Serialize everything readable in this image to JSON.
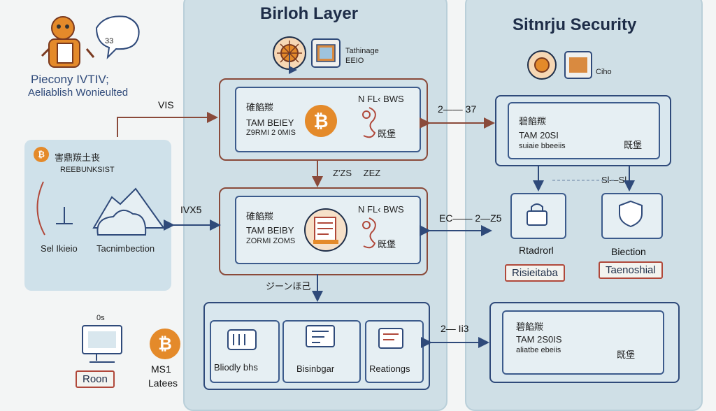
{
  "header": {
    "left_title_line1": "Piecony IVTIV;",
    "left_title_line2": "Aeliablish Wonieulted",
    "left_badge": "33"
  },
  "panels": {
    "middle_title": "Birloh Layer",
    "right_title": "Sitnrju Security"
  },
  "middle": {
    "top_note_line1": "Tathinage",
    "top_note_line2": "EEIO",
    "card1": {
      "cjk": "碓餡羰",
      "line1": "TAM BEIEY",
      "line2": "Z9RMI 2 0MIS",
      "right_label": "N FL‹ BWS",
      "stamp": "既堡"
    },
    "mid_arrow_label": "Z'ZS 　ZEZ",
    "card2": {
      "cjk": "碓餡羰",
      "line1": "TAM BEIBY",
      "line2": "ZORMI ZOMS",
      "right_label": "N FL‹ BWS",
      "stamp": "既堡"
    },
    "bottom_arrow_label": "ジーンほ己",
    "bottom_items": [
      "Bliodly bhs",
      "Bisinbgar",
      "Reationgs"
    ]
  },
  "right": {
    "top_note": "Ciho",
    "card1": {
      "cjk": "碧餡羰",
      "line1": "TAM 20SI",
      "line2": "suiaie bbeeiis",
      "stamp": "既堡"
    },
    "arrow_label": "Sl—Sl",
    "item1": {
      "name": "Rtadrorl",
      "tag": "Risieitaba"
    },
    "item2": {
      "name": "Biection",
      "tag": "Taenoshial"
    },
    "card2": {
      "cjk": "碧餡羰",
      "line1": "TAM 2S0IS",
      "line2": "aliatbe ebeiis",
      "stamp": "既堡"
    }
  },
  "connectors": {
    "vis": "VIS",
    "ivx5": "IVX5",
    "top_right": "2—— 37",
    "mid_right": "EC—— 2—Z5",
    "bottom_right": "2— Ii3"
  },
  "left_panel": {
    "cjk": "害鼎羰土丧",
    "sub": "REEBUNKSIST",
    "left_label": "Sel Ikieio",
    "right_label": "Tacnimbection"
  },
  "bottom_left": {
    "badge": "0s",
    "tag": "Roon",
    "label_line1": "MS1",
    "label_line2": "Latees"
  },
  "colors": {
    "btc_orange": "#e48a2a",
    "brown_border": "#8a4a3a",
    "navy": "#2f4a7a",
    "tag_red": "#b0483a"
  }
}
